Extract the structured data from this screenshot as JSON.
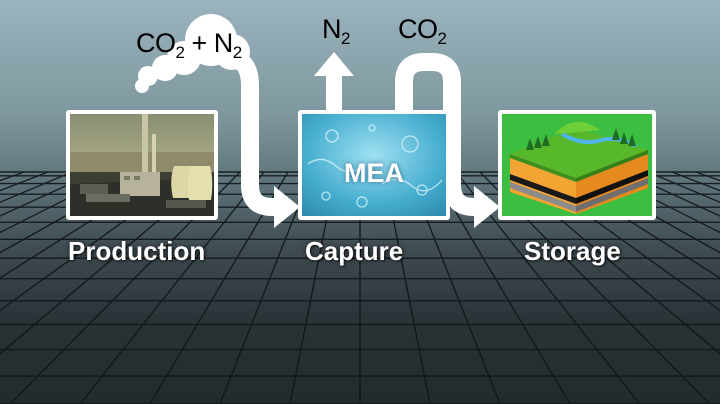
{
  "labels": {
    "co2_n2": {
      "co": "CO",
      "sub1": "2",
      "plus": " + N",
      "sub2": "2"
    },
    "n2": {
      "n": "N",
      "sub": "2"
    },
    "co2": {
      "co": "CO",
      "sub": "2"
    }
  },
  "stages": {
    "production": "Production",
    "capture": "Capture",
    "storage": "Storage"
  },
  "capture_panel": {
    "solvent": "MEA"
  },
  "colors": {
    "arrow": "#ffffff",
    "water": "#3ea7c8",
    "grass": "#4fae2a",
    "soil": "#e89a2a"
  }
}
